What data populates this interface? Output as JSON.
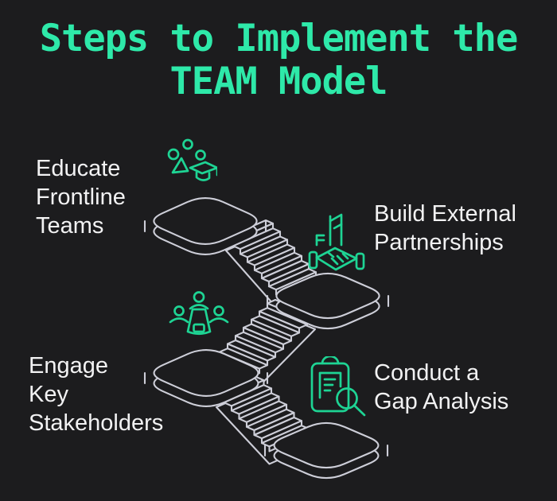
{
  "title": {
    "line1": "Steps to Implement the",
    "line2": "TEAM Model"
  },
  "steps": [
    {
      "label": "Educate\nFrontline\nTeams",
      "icon": "education-graduation-cap-people"
    },
    {
      "label": "Build External\nPartnerships",
      "icon": "buildings-handshake-partnership"
    },
    {
      "label": "Engage\nKey\nStakeholders",
      "icon": "people-meeting-table"
    },
    {
      "label": "Conduct a\nGap Analysis",
      "icon": "clipboard-magnifier-analysis"
    }
  ],
  "colors": {
    "background": "#1c1c1e",
    "title_text": "#2ee9a9",
    "icon_accent": "#1ed494",
    "line_art": "#cdced8",
    "label_text": "#f2f2f3"
  }
}
